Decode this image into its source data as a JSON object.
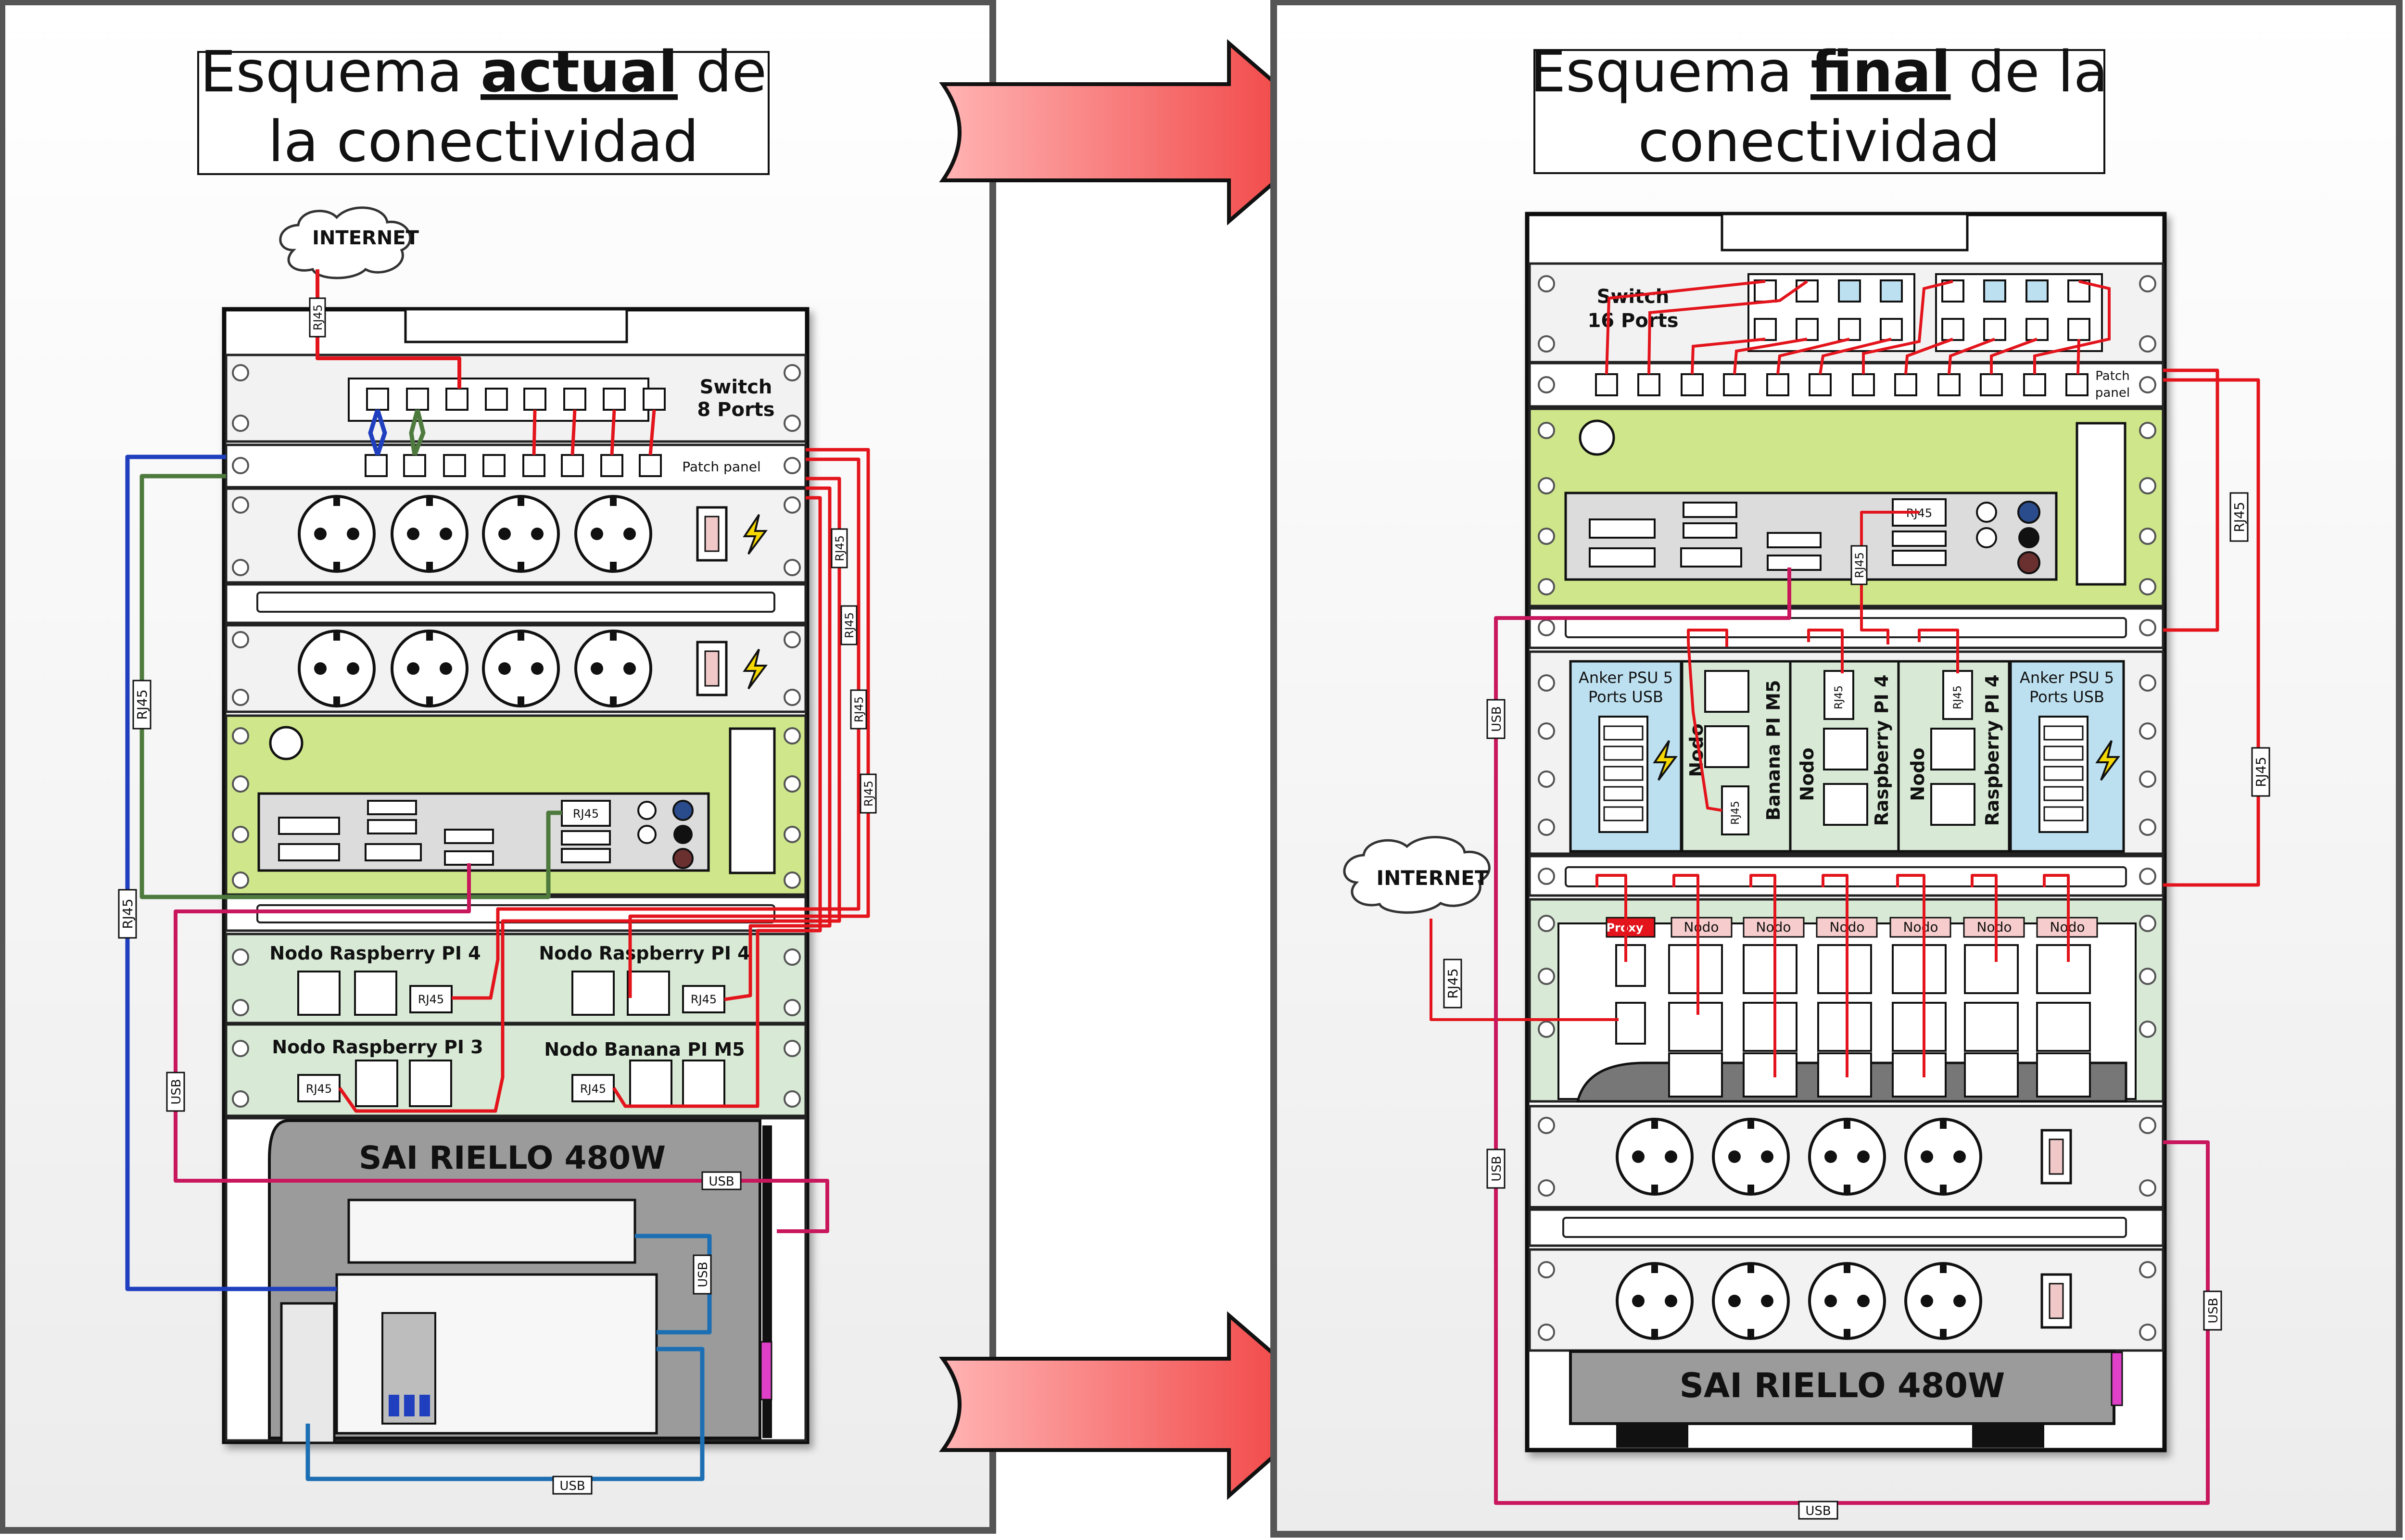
{
  "left_panel": {
    "title_pre": "Esquema ",
    "title_emph": "actual",
    "title_post": " de",
    "title_line2": "la conectividad",
    "internet": "INTERNET",
    "switch_line1": "Switch",
    "switch_line2": "8 Ports",
    "patch_panel": "Patch panel",
    "nodes": [
      "Nodo Raspberry PI 4",
      "Nodo Raspberry PI 4",
      "Nodo Raspberry PI 3",
      "Nodo Banana PI M5"
    ],
    "ups": "SAI RIELLO 480W",
    "rj45": "RJ45",
    "usb": "USB"
  },
  "right_panel": {
    "title_pre": "Esquema ",
    "title_emph": "final",
    "title_post": " de la",
    "title_line2": "conectividad",
    "switch_line1": "Switch",
    "switch_line2": "16 Ports",
    "patch_line1": "Patch",
    "patch_line2": "panel",
    "internet": "INTERNET",
    "anker_line1": "Anker PSU 5",
    "anker_line2": "Ports USB",
    "node_word": "Nodo",
    "node_cols": [
      "Banana PI M5",
      "Raspberry PI 4",
      "Raspberry PI 4"
    ],
    "proxy": "Proxy",
    "cluster_node": "Nodo",
    "ups": "SAI RIELLO 480W",
    "rj45": "RJ45",
    "usb": "USB"
  },
  "colors": {
    "red": "#e3141c",
    "blue": "#1f3fbf",
    "green": "#4e7a3e",
    "magenta": "#c8175d",
    "usb_blue": "#1c6fb3",
    "lime": "#cfe78a",
    "mint": "#d8ead6",
    "sky": "#bde0f0",
    "ups_gray": "#9b9b9b",
    "arrow": "#f25c5c"
  }
}
